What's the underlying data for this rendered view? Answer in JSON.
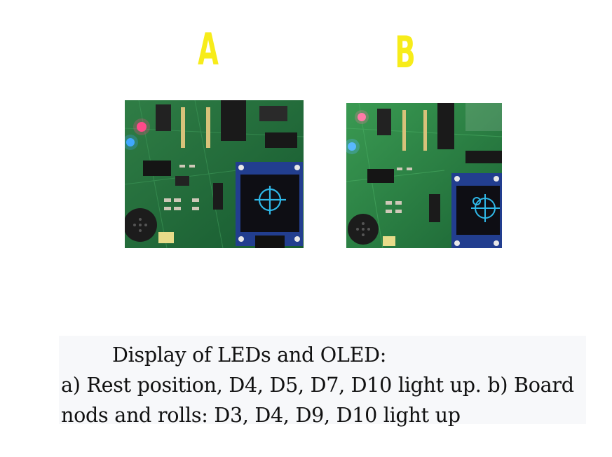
{
  "panels": [
    {
      "label": "A"
    },
    {
      "label": "B"
    }
  ],
  "caption": {
    "heading": "Display of LEDs and OLED:",
    "line2": "a) Rest position, D4, D5, D7, D10 light up. b) Board",
    "line3": "nods and rolls: D3, D4, D9, D10 light up"
  },
  "colors": {
    "label": "#f7ec1a",
    "pcb": "#1f6b3a",
    "oled_glyph": "#2fb8e8",
    "caption_bg": "#f7f8fa"
  }
}
